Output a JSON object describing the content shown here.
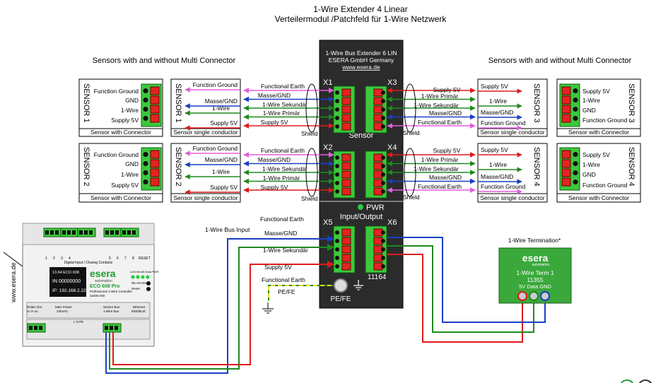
{
  "title": {
    "line1": "1-Wire Extender 4 Linear",
    "line2": "Verteilermodul /Patchfeld für 1-Wire Netzwerk"
  },
  "sections": {
    "left_heading": "Sensors with and without Multi Connector",
    "right_heading": "Sensors with and without Multi Connector"
  },
  "module": {
    "header1": "1-Wire Bus Extender 6 LIN",
    "header2": "ESERA GmbH Germany",
    "url": "www.esera.de",
    "port_x1": "X1",
    "port_x2": "X2",
    "port_x3": "X3",
    "port_x4": "X4",
    "port_x5": "X5",
    "port_x6": "X6",
    "sensor_label": "Sensor",
    "pwr_label": "PWR",
    "io_label": "Input/Output",
    "part_no": "11164",
    "pe_label": "PE/FE",
    "shield_label": "Shield"
  },
  "sensor1_conn": {
    "vertical": "SENSOR 1",
    "pins": [
      "Function Ground",
      "GND",
      "1-Wire",
      "Supply 5V"
    ],
    "caption": "Sensor with Connector"
  },
  "sensor1_single": {
    "vertical": "SENSOR 1",
    "wires": [
      "Function Ground",
      "Masse/GND",
      "1-Wire",
      "Supply 5V"
    ],
    "caption": "Sensor single conductor"
  },
  "sensor2_conn": {
    "vertical": "SENSOR 2",
    "pins": [
      "Function Ground",
      "GND",
      "1-Wire",
      "Supply 5V"
    ],
    "caption": "Sensor with Connector"
  },
  "sensor2_single": {
    "vertical": "SENSOR 2",
    "wires": [
      "Function Ground",
      "Masse/GND",
      "1-Wire",
      "Supply 5V"
    ],
    "caption": "Sensor single conductor"
  },
  "sensor3_single": {
    "vertical": "SENSOR 3",
    "wires": [
      "Supply 5V",
      "1-Wire",
      "Masse/GND",
      "Function Ground"
    ],
    "caption": "Sensor single conductor"
  },
  "sensor3_conn": {
    "vertical": "SENSOR 3",
    "pins": [
      "Supply 5V",
      "1-Wire",
      "GND",
      "Function Ground"
    ],
    "caption": "Sensor with Connector"
  },
  "sensor4_single": {
    "vertical": "SENSOR 4",
    "wires": [
      "Supply 5V",
      "1-Wire",
      "Masse/GND",
      "Function Ground"
    ],
    "caption": "Sensor single conductor"
  },
  "sensor4_conn": {
    "vertical": "SENSOR 4",
    "pins": [
      "Supply 5V",
      "1-Wire",
      "GND",
      "Function Ground"
    ],
    "caption": "Sensor with Connector"
  },
  "wires_left": [
    "Functional Earth",
    "Masse/GND",
    "1-Wire Sekundär",
    "1-Wire Primär",
    "Supply 5V"
  ],
  "wires_right": [
    "Supply 5V",
    "1-Wire Primär",
    "1-Wire Sekundär",
    "Masse/GND",
    "Functional Earth"
  ],
  "bus_input": {
    "labels": [
      "Functional Earth",
      "1-Wire Bus Input",
      "Masse/GND",
      "1-Wire Sekundär",
      "Supply 5V",
      "Functional Earth",
      "PE/FE"
    ]
  },
  "controller": {
    "url_vertical": "www.esera.de",
    "top_label": "Digital Input / Closing Contacts",
    "pin_numbers": [
      "1",
      "2",
      "3",
      "4",
      "5",
      "6",
      "7",
      "8"
    ],
    "reset_label": "RESET",
    "display_line1": "13.64  ECO 608",
    "display_line2": "IN 00000000",
    "display_line3": "IP: 192.168.2.22",
    "brand": "esera",
    "brand_sub": "automation",
    "model": "ECO 608 Pro",
    "model_sub": "Professional 1-Wire Controller",
    "model_no": "11606-230",
    "led_labels": "LAN WLAN Data PWR",
    "wlan_mode": "WLAN Mode",
    "reset_btn": "Reset",
    "relais_out": "Relais Out",
    "relais_sub": "nc  in  no",
    "main_power": "Main Power",
    "main_power_sub": "230VAC",
    "sensor_bus": "Sensor Bus",
    "sensor_bus_sub": "1-Wire Bus",
    "ethernet": "Ethernet",
    "ethernet_sub": "MODBUS",
    "bottom_lnpe": "L  N  PE"
  },
  "termination": {
    "heading": "1-Wire Termination*",
    "brand": "esera",
    "brand_sub": "automation",
    "name": "1-Wire Term 1",
    "number": "11355",
    "pins": "5V  Data GND"
  },
  "colors": {
    "pink": "#e55ce0",
    "blue": "#1a3fc4",
    "green": "#1e8a1e",
    "red": "#e01b1b",
    "terminal_green": "#3cc83c",
    "module_dark": "#2b2b2b"
  }
}
